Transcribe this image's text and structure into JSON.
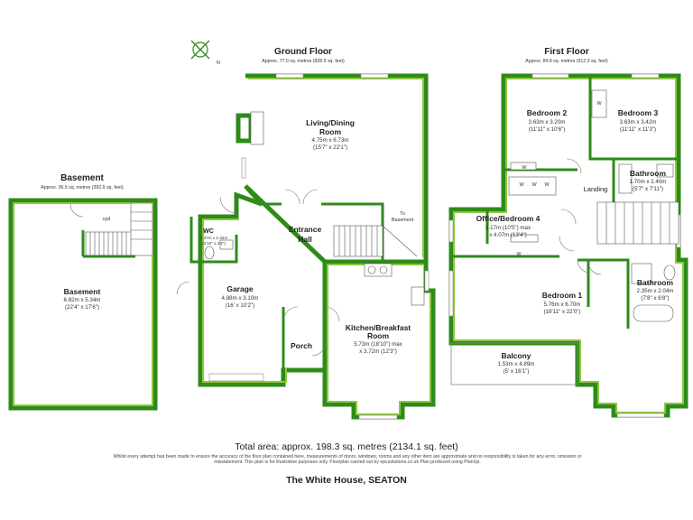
{
  "floors": {
    "basement": {
      "title": "Basement",
      "area": "Approx. 36.5 sq. metres (392.9 sq. feet)"
    },
    "ground": {
      "title": "Ground Floor",
      "area": "Approx. 77.0 sq. metres (828.9 sq. feet)"
    },
    "first": {
      "title": "First Floor",
      "area": "Approx. 84.8 sq. metres (912.3 sq. feet)"
    }
  },
  "rooms": {
    "basement": {
      "name": "Basement",
      "metric": "6.82m x 5.34m",
      "imperial": "(22'4\" x 17'6\")",
      "cpd": "cpd"
    },
    "living": {
      "name1": "Living/Dining",
      "name2": "Room",
      "metric": "4.75m x 6.73m",
      "imperial": "(15'7\" x 22'1\")"
    },
    "hall": {
      "name1": "Entrance",
      "name2": "Hall"
    },
    "to_basement": {
      "line1": "To",
      "line2": "Basement"
    },
    "wc": {
      "name": "WC",
      "metric": "1.47m x 1.32m",
      "imperial": "(4'10\" x 4'4\")"
    },
    "garage": {
      "name": "Garage",
      "metric": "4.88m x 3.10m",
      "imperial": "(16' x 10'2\")"
    },
    "porch": {
      "name": "Porch"
    },
    "kitchen": {
      "name1": "Kitchen/Breakfast",
      "name2": "Room",
      "metric": "5.73m (18'10\") max",
      "imperial": "x 3.72m (12'3\")"
    },
    "bed2": {
      "name": "Bedroom 2",
      "metric": "3.63m x 3.20m",
      "imperial": "(11'11\" x 10'6\")"
    },
    "bed3": {
      "name": "Bedroom 3",
      "metric": "3.63m x 3.42m",
      "imperial": "(11'11\" x 11'3\")"
    },
    "bath_upper": {
      "name": "Bathroom",
      "metric": "1.70m x 2.40m",
      "imperial": "(5'7\" x 7'11\")"
    },
    "landing": {
      "name": "Landing"
    },
    "office": {
      "name": "Office/Bedroom 4",
      "metric": "3.17m (10'5\") max",
      "imperial": "x 4.07m (13'4\")"
    },
    "bed1": {
      "name": "Bedroom 1",
      "metric": "5.76m x 6.70m",
      "imperial": "(18'11\" x 22'0\")"
    },
    "bath_ensuite": {
      "name": "Bathroom",
      "metric": "2.35m x 2.04m",
      "imperial": "(7'8\" x 6'8\")"
    },
    "balcony": {
      "name": "Balcony",
      "metric": "1.53m x 4.89m",
      "imperial": "(5' x 16'1\")"
    },
    "wardrobe_mark": "W"
  },
  "compass_label": "N",
  "footer": {
    "total": "Total area: approx. 198.3 sq. metres (2134.1 sq. feet)",
    "disclaimer": "Whilst every attempt has been made to ensure the accuracy of the floor plan contained here, measurements of doors, windows, rooms and any other item are approximate and no responsibility is taken for any error, omission or misstatement. This plan is for illustrative purposes only. Floorplan carried out by epcsolutions.co.uk Plan produced using PlanUp.",
    "property": "The White House, SEATON"
  },
  "colors": {
    "wall": "#2e8b1a",
    "wall_inner": "#8dc63f",
    "fill": "#ffffff"
  }
}
